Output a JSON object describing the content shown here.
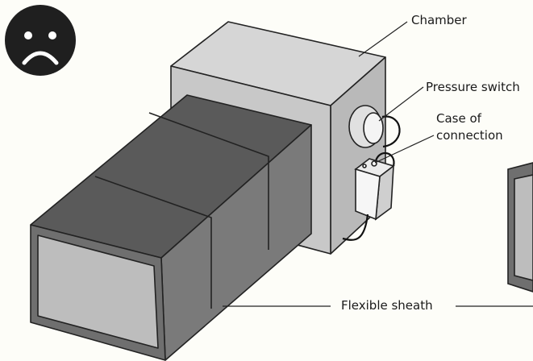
{
  "labels": {
    "chamber": "Chamber",
    "pressure_switch": "Pressure switch",
    "case_line1": "Case of",
    "case_line2": "connection",
    "flexible_sheath": "Flexible sheath"
  },
  "icons": {
    "status": "sad-face-icon"
  },
  "colors": {
    "background": "#fdfdf8",
    "icon_fill": "#1f1f1f",
    "sheath_front": "#6f6f6f",
    "sheath_top": "#5a5a5a",
    "sheath_side": "#7a7a7a",
    "opening": "#bdbdbd",
    "chamber_front": "#c8c8c8",
    "chamber_top": "#d6d6d6",
    "chamber_side": "#b9b9b9"
  }
}
